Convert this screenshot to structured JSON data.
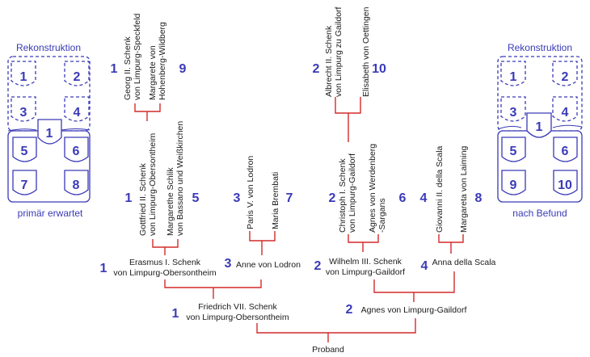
{
  "left_panel": {
    "title": "Rekonstruktion",
    "caption": "primär erwartet",
    "dashed_slots": [
      "1",
      "2",
      "3",
      "4"
    ],
    "solid_slots": [
      "5",
      "6",
      "7",
      "8"
    ],
    "center_slot": "1"
  },
  "right_panel": {
    "title": "Rekonstruktion",
    "caption": "nach Befund",
    "dashed_slots": [
      "1",
      "2",
      "3",
      "4"
    ],
    "solid_slots": [
      "5",
      "6",
      "9",
      "10"
    ],
    "center_slot": "1"
  },
  "gen4": [
    {
      "num": "1",
      "lines": [
        "Georg II. Schenk",
        "von Limpurg-Speckfeld"
      ]
    },
    {
      "num": "9",
      "lines": [
        "Margarete von",
        "Hohenberg-Wildberg"
      ]
    },
    {
      "num": "2",
      "lines": [
        "Albrecht II. Schenk",
        "von Limpurg zu Gaildorf"
      ]
    },
    {
      "num": "10",
      "lines": [
        "Elisabeth von Oettingen"
      ]
    }
  ],
  "gen3": [
    {
      "num": "1",
      "lines": [
        "Gottfried II. Schenk",
        "von Limpurg-Obersontheim"
      ]
    },
    {
      "num": "5",
      "lines": [
        "Margarethe Schlik",
        "von Bassano und Weißkirchen"
      ]
    },
    {
      "num": "3",
      "lines": [
        "Paris V. von Lodron"
      ]
    },
    {
      "num": "7",
      "lines": [
        "Maria Brembati"
      ]
    },
    {
      "num": "2",
      "lines": [
        "Christoph I. Schenk",
        "von Limpurg-Gaildorf"
      ]
    },
    {
      "num": "6",
      "lines": [
        "Agnes von Werdenberg",
        "-Sargans"
      ]
    },
    {
      "num": "4",
      "lines": [
        "Giovanni II. della Scala"
      ]
    },
    {
      "num": "8",
      "lines": [
        "Margareta von Laiming"
      ]
    }
  ],
  "gen2": [
    {
      "num": "1",
      "lines": [
        "Erasmus I. Schenk",
        "von Limpurg-Obersontheim"
      ]
    },
    {
      "num": "3",
      "lines": [
        "Anne von Lodron"
      ]
    },
    {
      "num": "2",
      "lines": [
        "Wilhelm III. Schenk",
        "von Limpurg-Gaildorf"
      ]
    },
    {
      "num": "4",
      "lines": [
        "Anna della Scala"
      ]
    }
  ],
  "gen1": [
    {
      "num": "1",
      "lines": [
        "Friedrich VII. Schenk",
        "von Limpurg-Obersontheim"
      ]
    },
    {
      "num": "2",
      "lines": [
        "Agnes von Limpurg-Gaildorf"
      ]
    }
  ],
  "proband": "Proband",
  "colors": {
    "accent_blue": "#3a3ab8",
    "line_red": "#d42a2a",
    "text": "#1a1a1a"
  }
}
